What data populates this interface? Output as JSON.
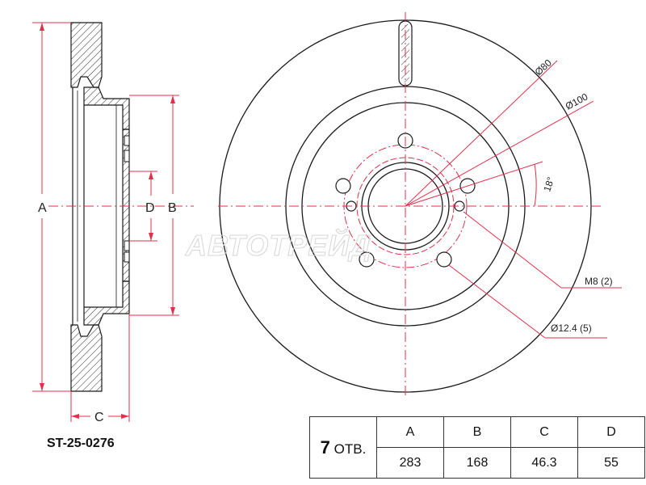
{
  "part_number": "ST-25-0276",
  "holes": {
    "count": "7",
    "unit": "ОТВ."
  },
  "columns": [
    "A",
    "B",
    "C",
    "D"
  ],
  "values": [
    "283",
    "168",
    "46.3",
    "55"
  ],
  "side_view_labels": {
    "a": "A",
    "b": "B",
    "c": "C",
    "d": "D"
  },
  "front_view_labels": {
    "d80": "Ø80",
    "d100": "Ø100",
    "angle": "18°",
    "m8": "M8 (2)",
    "d12": "Ø12.4 (5)"
  },
  "watermark": "АВТОТРЕЙД",
  "colors": {
    "line": "#1a1a1a",
    "dim_red": "#e0304a",
    "table_border": "#333333"
  }
}
